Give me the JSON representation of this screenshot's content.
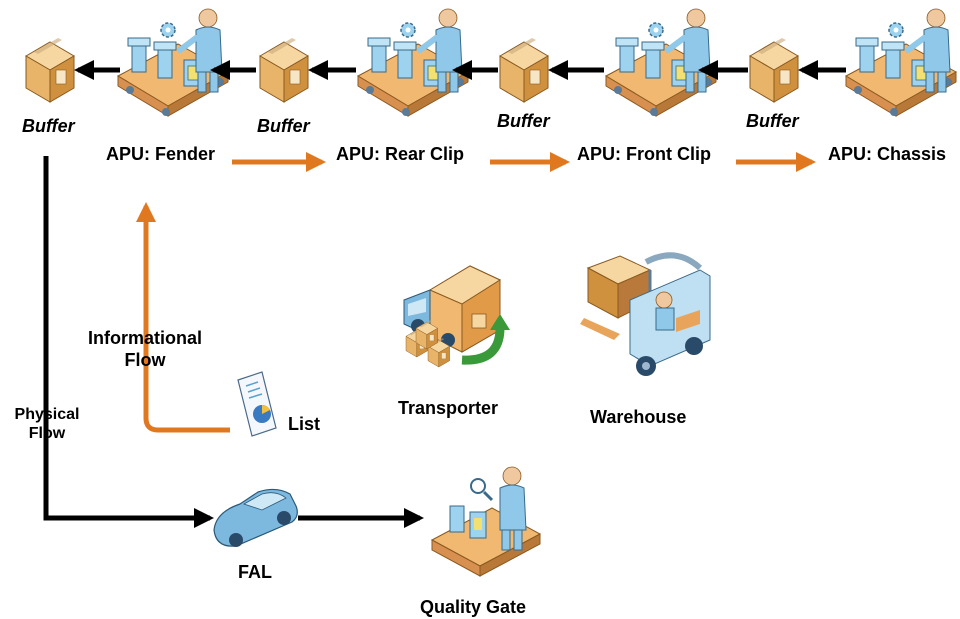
{
  "labels": {
    "buffer_1": "Buffer",
    "buffer_2": "Buffer",
    "buffer_3": "Buffer",
    "buffer_4": "Buffer",
    "apu_fender": "APU: Fender",
    "apu_rear_clip": "APU: Rear Clip",
    "apu_front_clip": "APU: Front Clip",
    "apu_chassis": "APU: Chassis",
    "informational_flow_line1": "Informational",
    "informational_flow_line2": "Flow",
    "physical_flow_line1": "Physical",
    "physical_flow_line2": "Flow",
    "list": "List",
    "transporter": "Transporter",
    "warehouse": "Warehouse",
    "fal": "FAL",
    "quality_gate": "Quality Gate"
  },
  "colors": {
    "physical_arrow": "#000000",
    "informational_arrow": "#E07820",
    "box": "#E8B46A",
    "conveyor": "#E9A45C",
    "worker": "#8FC8E8",
    "machine": "#9DD3EE",
    "truck": "#7DB8DE",
    "green_arrow": "#3A9A3A"
  },
  "icons": {
    "buffer": "cardboard-box-icon",
    "apu": "assembly-line-worker-icon",
    "list": "report-document-icon",
    "transporter": "delivery-truck-icon",
    "warehouse": "forklift-icon",
    "fal": "car-icon",
    "quality_gate": "inspection-line-icon"
  }
}
